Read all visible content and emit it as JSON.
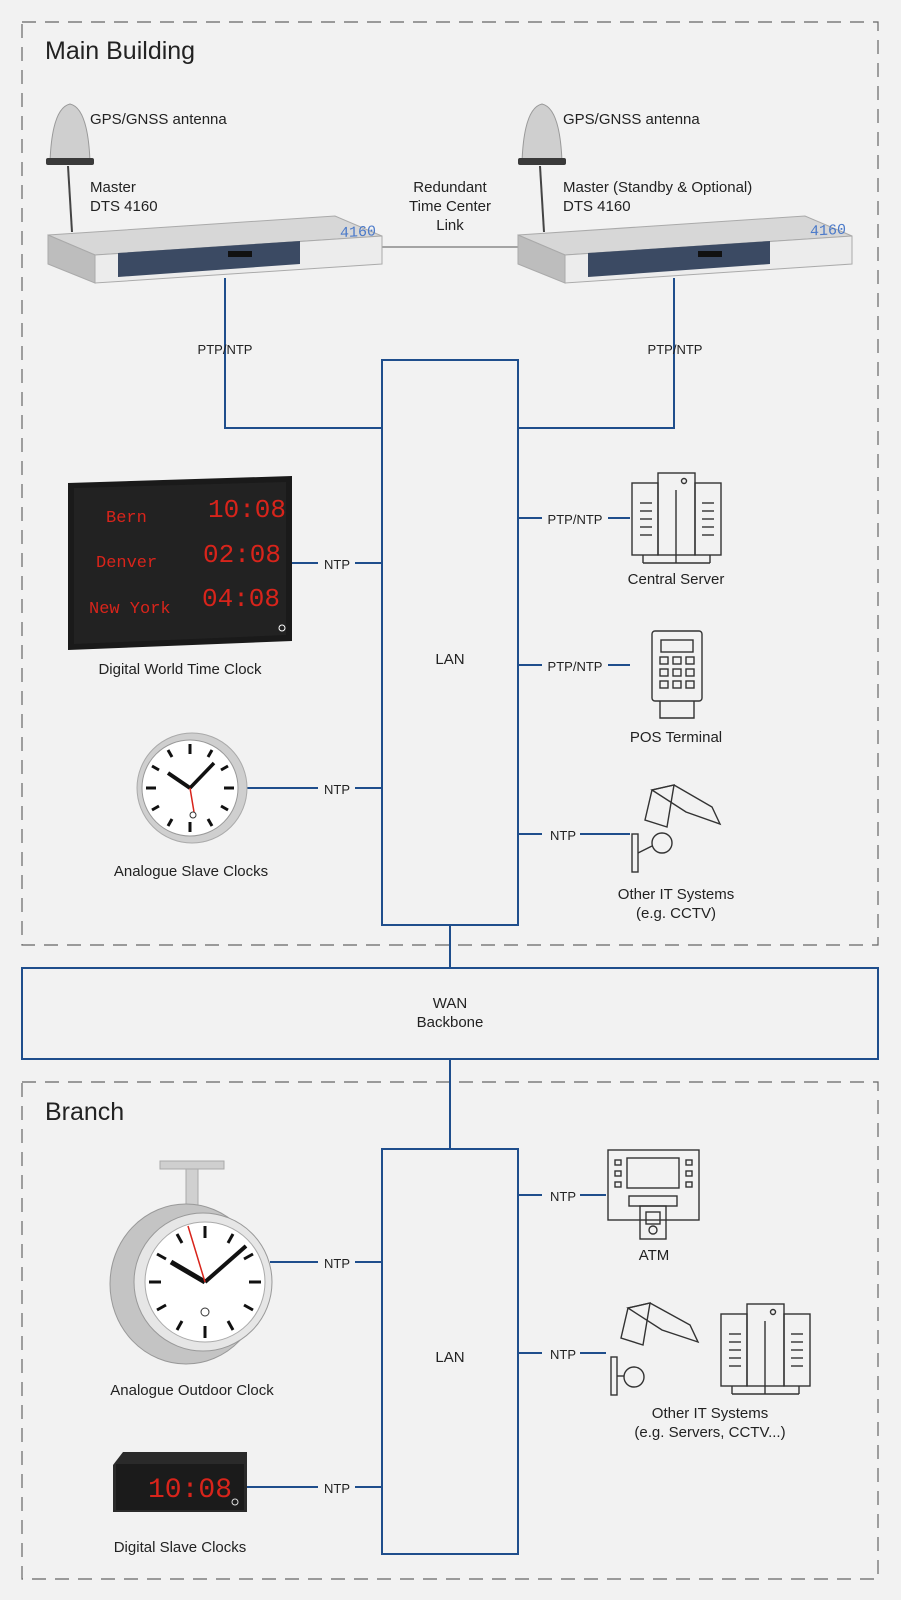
{
  "sections": {
    "main_building": "Main Building",
    "branch": "Branch"
  },
  "masters": {
    "left_antenna": "GPS/GNSS antenna",
    "right_antenna": "GPS/GNSS antenna",
    "left_name": "Master\nDTS 4160",
    "right_name": "Master (Standby & Optional)\nDTS 4160",
    "link": "Redundant\nTime Center\nLink",
    "display_text": "4160",
    "left_protocol": "PTP/NTP",
    "right_protocol": "PTP/NTP"
  },
  "main_lan": {
    "label": "LAN",
    "devices": {
      "world_clock": {
        "label": "Digital World Time Clock",
        "protocol": "NTP",
        "rows": [
          {
            "city": "Bern",
            "time": "10:08"
          },
          {
            "city": "Denver",
            "time": "02:08"
          },
          {
            "city": "New York",
            "time": "04:08"
          }
        ]
      },
      "analogue_slave": {
        "label": "Analogue Slave Clocks",
        "protocol": "NTP"
      },
      "central_server": {
        "label": "Central Server",
        "protocol": "PTP/NTP"
      },
      "pos_terminal": {
        "label": "POS Terminal",
        "protocol": "PTP/NTP"
      },
      "other_it": {
        "label": "Other IT Systems\n(e.g. CCTV)",
        "protocol": "NTP"
      }
    }
  },
  "wan": {
    "label": "WAN\nBackbone"
  },
  "branch_lan": {
    "label": "LAN",
    "devices": {
      "outdoor_clock": {
        "label": "Analogue Outdoor Clock",
        "protocol": "NTP"
      },
      "digital_slave": {
        "label": "Digital Slave Clocks",
        "protocol": "NTP",
        "time": "10:08"
      },
      "atm": {
        "label": "ATM",
        "protocol": "NTP"
      },
      "other_it": {
        "label": "Other IT Systems\n(e.g. Servers, CCTV...)",
        "protocol": "NTP"
      }
    }
  },
  "colors": {
    "line": "#1f4e8c",
    "led": "#e0201a",
    "background": "#f2f2f2"
  }
}
